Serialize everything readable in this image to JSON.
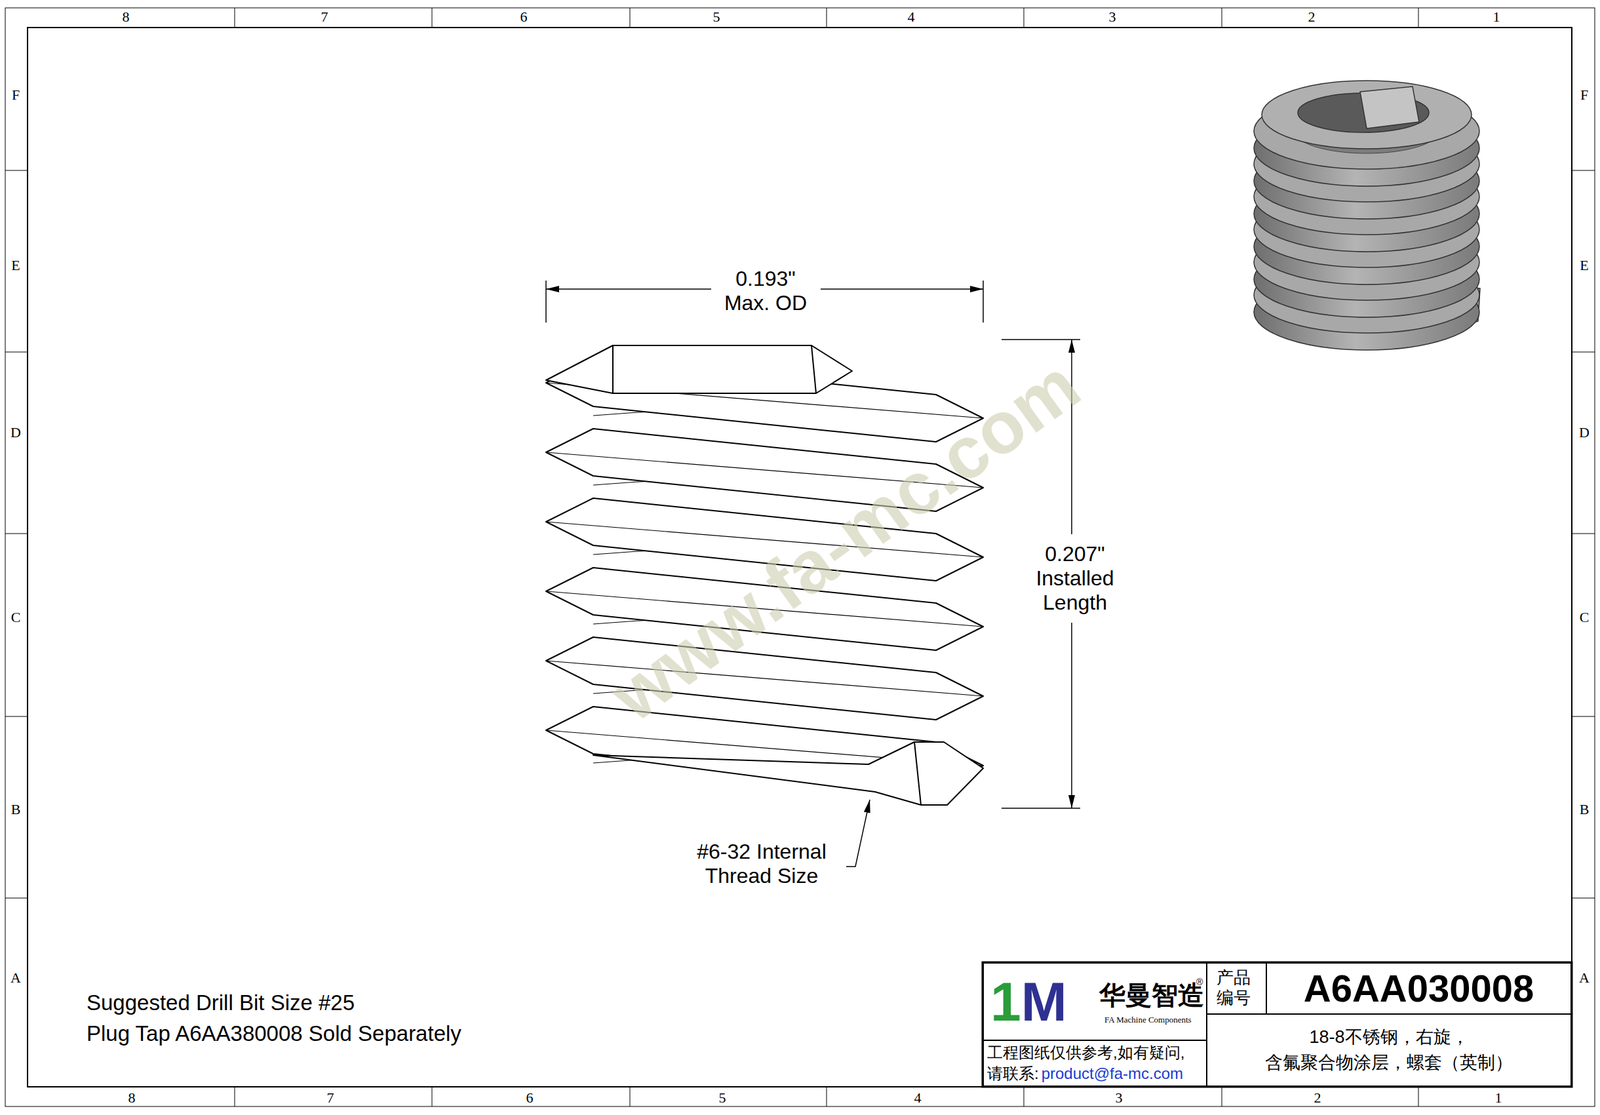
{
  "diagram": {
    "nodes": [
      {
        "text": [
          "1M",
          "华曼智造",
          "®",
          "FA Machine Components"
        ]
      },
      {
        "text": [
          "工程图纸仅供参考,如有疑问,",
          "请联系:",
          "product@fa-mc.com"
        ]
      },
      {
        "text": [
          "产品 编号"
        ]
      },
      {
        "text": [
          "A6AA030008"
        ]
      },
      {
        "text": [
          "18-8不锈钢，右旋， 含氟聚合物涂层，螺套（英制）"
        ]
      }
    ],
    "labels": [
      "8",
      "7",
      "6",
      "5",
      "4",
      "3",
      "2",
      "1",
      "8",
      "7",
      "6",
      "5",
      "4",
      "3",
      "2",
      "1",
      "F",
      "E",
      "D",
      "C",
      "B",
      "A",
      "F",
      "E",
      "D",
      "C",
      "B",
      "A",
      "0.193\" Max. OD",
      "0.207\" Installed Length",
      "#6-32 Internal Thread Size",
      "Suggested Drill Bit Size #25",
      "Plug Tap A6AA380008 Sold Separately",
      "www.fa-mc.com"
    ]
  }
}
